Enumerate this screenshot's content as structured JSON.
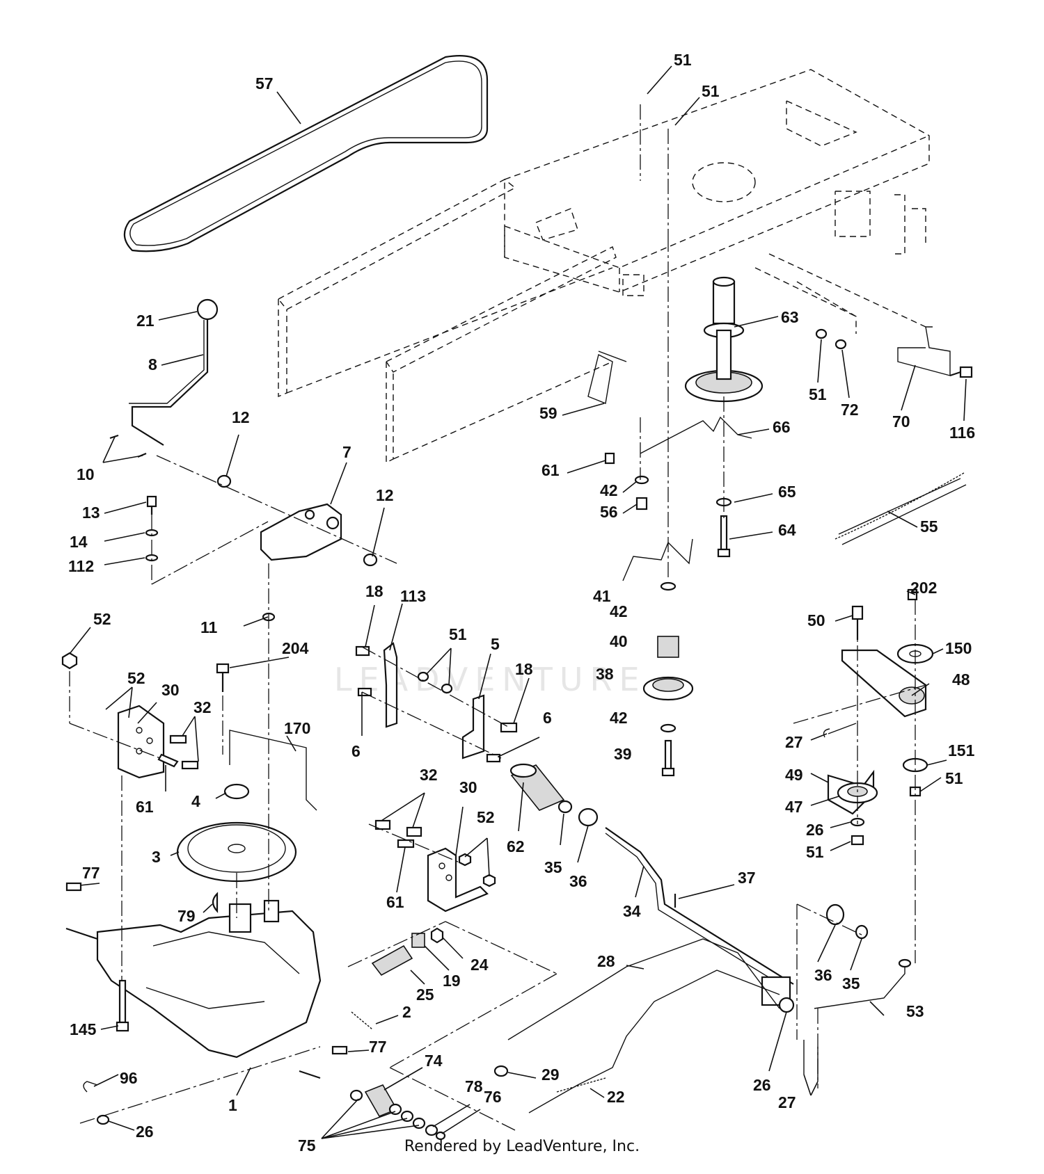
{
  "watermark": "LEADVENTURE",
  "footer": {
    "credit": "Rendered by LeadVenture, Inc."
  },
  "callouts": [
    {
      "id": "c57",
      "text": "57"
    },
    {
      "id": "c51a",
      "text": "51"
    },
    {
      "id": "c51b",
      "text": "51"
    },
    {
      "id": "c21",
      "text": "21"
    },
    {
      "id": "c8",
      "text": "8"
    },
    {
      "id": "c10",
      "text": "10"
    },
    {
      "id": "c12a",
      "text": "12"
    },
    {
      "id": "c7",
      "text": "7"
    },
    {
      "id": "c12b",
      "text": "12"
    },
    {
      "id": "c13",
      "text": "13"
    },
    {
      "id": "c14",
      "text": "14"
    },
    {
      "id": "c112",
      "text": "112"
    },
    {
      "id": "c63",
      "text": "63"
    },
    {
      "id": "c51c",
      "text": "51"
    },
    {
      "id": "c72",
      "text": "72"
    },
    {
      "id": "c70",
      "text": "70"
    },
    {
      "id": "c116",
      "text": "116"
    },
    {
      "id": "c59",
      "text": "59"
    },
    {
      "id": "c66",
      "text": "66"
    },
    {
      "id": "c61a",
      "text": "61"
    },
    {
      "id": "c42a",
      "text": "42"
    },
    {
      "id": "c56",
      "text": "56"
    },
    {
      "id": "c65",
      "text": "65"
    },
    {
      "id": "c64",
      "text": "64"
    },
    {
      "id": "c55",
      "text": "55"
    },
    {
      "id": "c41",
      "text": "41"
    },
    {
      "id": "c42b",
      "text": "42"
    },
    {
      "id": "c40",
      "text": "40"
    },
    {
      "id": "c38",
      "text": "38"
    },
    {
      "id": "c42c",
      "text": "42"
    },
    {
      "id": "c39",
      "text": "39"
    },
    {
      "id": "c202",
      "text": "202"
    },
    {
      "id": "c50",
      "text": "50"
    },
    {
      "id": "c150",
      "text": "150"
    },
    {
      "id": "c48",
      "text": "48"
    },
    {
      "id": "c27a",
      "text": "27"
    },
    {
      "id": "c151",
      "text": "151"
    },
    {
      "id": "c49",
      "text": "49"
    },
    {
      "id": "c51d",
      "text": "51"
    },
    {
      "id": "c47",
      "text": "47"
    },
    {
      "id": "c26a",
      "text": "26"
    },
    {
      "id": "c51e",
      "text": "51"
    },
    {
      "id": "c52a",
      "text": "52"
    },
    {
      "id": "c11",
      "text": "11"
    },
    {
      "id": "c204",
      "text": "204"
    },
    {
      "id": "c18a",
      "text": "18"
    },
    {
      "id": "c113",
      "text": "113"
    },
    {
      "id": "c51f",
      "text": "51"
    },
    {
      "id": "c5",
      "text": "5"
    },
    {
      "id": "c18b",
      "text": "18"
    },
    {
      "id": "c52b",
      "text": "52"
    },
    {
      "id": "c30a",
      "text": "30"
    },
    {
      "id": "c32a",
      "text": "32"
    },
    {
      "id": "c170",
      "text": "170"
    },
    {
      "id": "c6a",
      "text": "6"
    },
    {
      "id": "c6b",
      "text": "6"
    },
    {
      "id": "c61b",
      "text": "61"
    },
    {
      "id": "c4",
      "text": "4"
    },
    {
      "id": "c3",
      "text": "3"
    },
    {
      "id": "c32b",
      "text": "32"
    },
    {
      "id": "c30b",
      "text": "30"
    },
    {
      "id": "c52c",
      "text": "52"
    },
    {
      "id": "c62",
      "text": "62"
    },
    {
      "id": "c35a",
      "text": "35"
    },
    {
      "id": "c36a",
      "text": "36"
    },
    {
      "id": "c61c",
      "text": "61"
    },
    {
      "id": "c34",
      "text": "34"
    },
    {
      "id": "c37",
      "text": "37"
    },
    {
      "id": "c77a",
      "text": "77"
    },
    {
      "id": "c79",
      "text": "79"
    },
    {
      "id": "c24",
      "text": "24"
    },
    {
      "id": "c19",
      "text": "19"
    },
    {
      "id": "c25",
      "text": "25"
    },
    {
      "id": "c28",
      "text": "28"
    },
    {
      "id": "c36b",
      "text": "36"
    },
    {
      "id": "c35b",
      "text": "35"
    },
    {
      "id": "c53",
      "text": "53"
    },
    {
      "id": "c2",
      "text": "2"
    },
    {
      "id": "c145",
      "text": "145"
    },
    {
      "id": "c77b",
      "text": "77"
    },
    {
      "id": "c29",
      "text": "29"
    },
    {
      "id": "c96",
      "text": "96"
    },
    {
      "id": "c74",
      "text": "74"
    },
    {
      "id": "c1",
      "text": "1"
    },
    {
      "id": "c22",
      "text": "22"
    },
    {
      "id": "c26b",
      "text": "26"
    },
    {
      "id": "c27b",
      "text": "27"
    },
    {
      "id": "c78",
      "text": "78"
    },
    {
      "id": "c76",
      "text": "76"
    },
    {
      "id": "c26c",
      "text": "26"
    },
    {
      "id": "c75",
      "text": "75"
    }
  ]
}
